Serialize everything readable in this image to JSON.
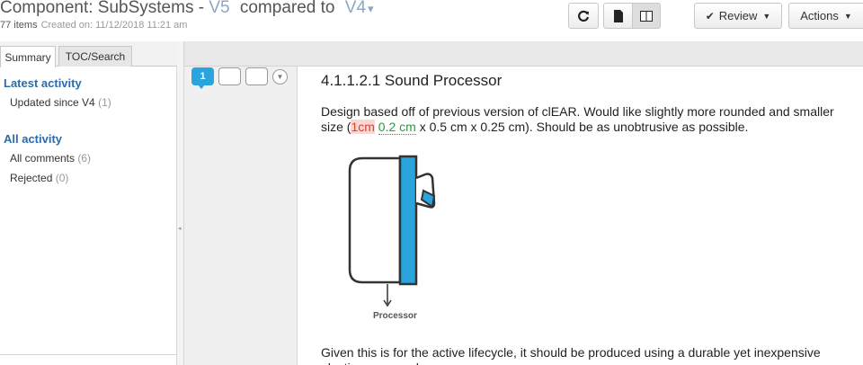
{
  "header": {
    "title_prefix": "Component: SubSystems - ",
    "version_current": "V5",
    "compared_to": "compared to",
    "version_base": "V4",
    "items_count": "77 items",
    "created": "Created on: 11/12/2018 11:21 am",
    "review_label": "Review",
    "actions_label": "Actions"
  },
  "sidebar": {
    "tabs": [
      "Summary",
      "TOC/Search"
    ],
    "latest_title": "Latest activity",
    "latest_items": [
      {
        "label": "Updated since V4",
        "count": "(1)"
      }
    ],
    "all_title": "All activity",
    "all_items": [
      {
        "label": "All comments",
        "count": "(6)"
      },
      {
        "label": "Rejected",
        "count": "(0)"
      }
    ]
  },
  "gutter": {
    "comment_count": "1"
  },
  "content": {
    "heading": "4.1.1.2.1  Sound Processor",
    "para_start": "Design based off of previous version of clEAR. Would like slightly more rounded and smaller size (",
    "deleted": "1cm",
    "inserted": "0.2 cm",
    "para_end": " x 0.5 cm x 0.25 cm). Should be as unobtrusive as possible.",
    "diagram_caption": "Processor",
    "para2": "Given this is for the active lifecycle, it should be produced using a durable yet inexpensive plastic compound."
  },
  "colors": {
    "accent": "#2aa4dd",
    "link": "#2c6ba8",
    "deleted": "#d42",
    "inserted": "#2a9d3a"
  },
  "icons": [
    "refresh-icon",
    "document-icon",
    "split-view-icon",
    "checkmark-icon",
    "caret-down-icon"
  ]
}
